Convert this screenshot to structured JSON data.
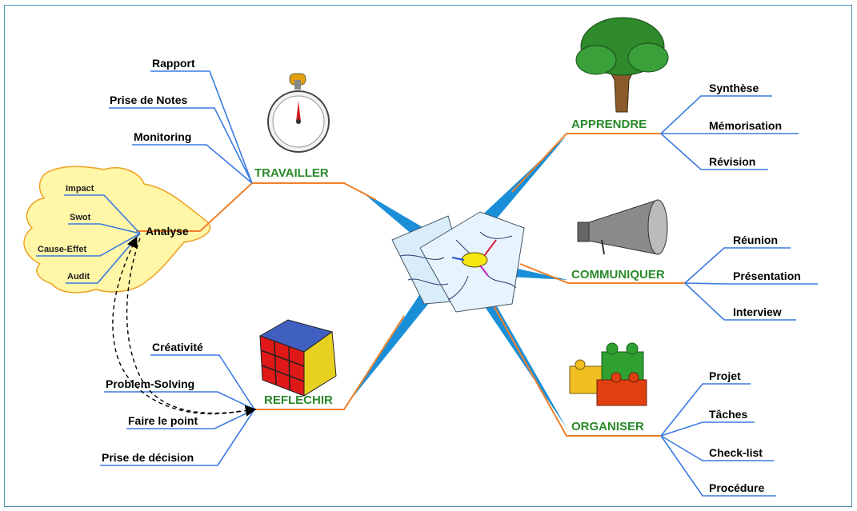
{
  "center": {
    "name": "central-maps-image"
  },
  "colors": {
    "branch": "#f0802a",
    "leaf": "#3a7ae0",
    "main": "#2a8a2a",
    "wedge": "#1a8fd8",
    "cloud": "#fff6a8"
  },
  "branches": {
    "travailler": {
      "label": "TRAVAILLER",
      "icon": "stopwatch-icon",
      "leaves": [
        "Rapport",
        "Prise de Notes",
        "Monitoring"
      ]
    },
    "reflechir": {
      "label": "REFLECHIR",
      "icon": "rubiks-cube-icon",
      "leaves": [
        "Créativité",
        "Problem-Solving",
        "Faire le point",
        "Prise de décision"
      ]
    },
    "apprendre": {
      "label": "APPRENDRE",
      "icon": "tree-icon",
      "leaves": [
        "Synthèse",
        "Mémorisation",
        "Révision"
      ]
    },
    "communiquer": {
      "label": "COMMUNIQUER",
      "icon": "megaphone-icon",
      "leaves": [
        "Réunion",
        "Présentation",
        "Interview"
      ]
    },
    "organiser": {
      "label": "ORGANISER",
      "icon": "lego-bricks-icon",
      "leaves": [
        "Projet",
        "Tâches",
        "Check-list",
        "Procédure"
      ]
    }
  },
  "analyse": {
    "label": "Analyse",
    "leaves": [
      "Impact",
      "Swot",
      "Cause-Effet",
      "Audit"
    ]
  }
}
